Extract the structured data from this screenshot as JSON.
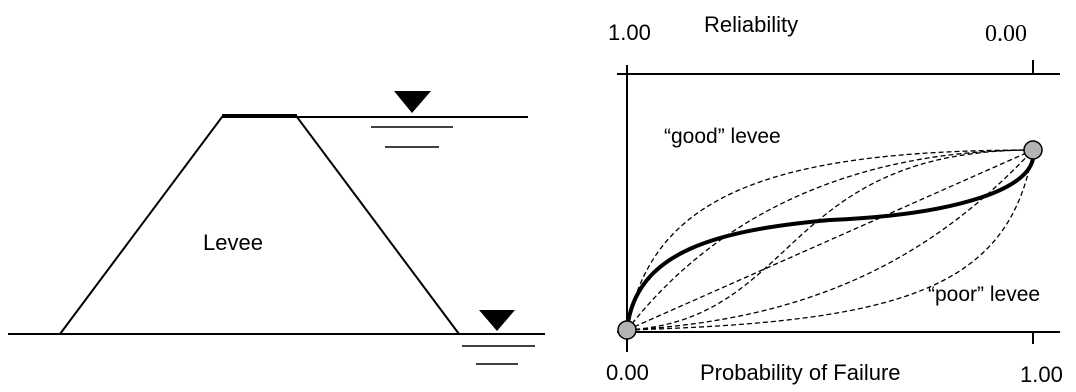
{
  "left_panel": {
    "body_label": "Levee"
  },
  "right_panel": {
    "top_axis_title": "Reliability",
    "top_axis_left_tick": "1.00",
    "top_axis_right_tick": "0.00",
    "bottom_axis_title": "Probability of Failure",
    "bottom_axis_left_tick": "0.00",
    "bottom_axis_right_tick": "1.00",
    "good_curve_label": "“good” levee",
    "poor_curve_label": "“poor” levee"
  },
  "colors": {
    "ink": "#000000",
    "endpoint_fill": "#b3b3b3"
  }
}
